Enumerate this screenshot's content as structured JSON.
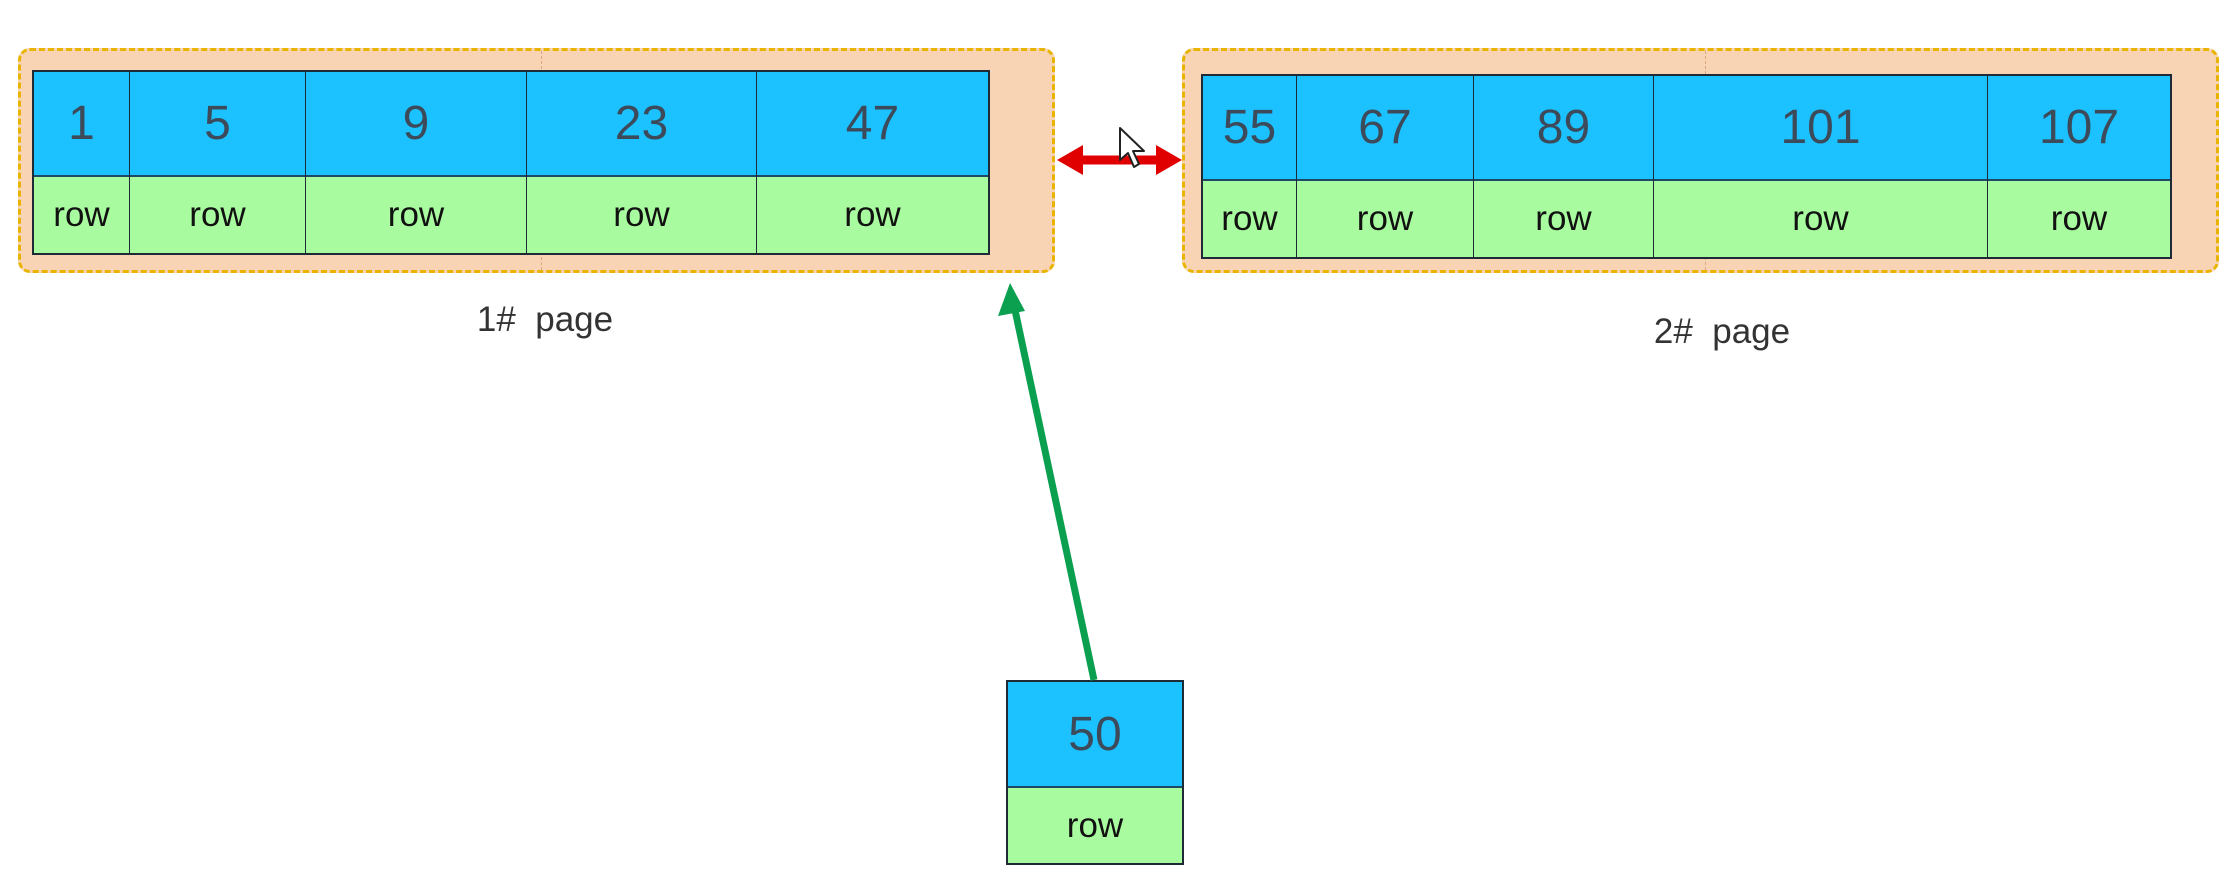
{
  "pages": [
    {
      "label": "1#  page",
      "records": [
        {
          "key": "1",
          "value": "row"
        },
        {
          "key": "5",
          "value": "row"
        },
        {
          "key": "9",
          "value": "row"
        },
        {
          "key": "23",
          "value": "row"
        },
        {
          "key": "47",
          "value": "row"
        }
      ]
    },
    {
      "label": "2#  page",
      "records": [
        {
          "key": "55",
          "value": "row"
        },
        {
          "key": "67",
          "value": "row"
        },
        {
          "key": "89",
          "value": "row"
        },
        {
          "key": "101",
          "value": "row"
        },
        {
          "key": "107",
          "value": "row"
        }
      ]
    }
  ],
  "new_record": {
    "key": "50",
    "value": "row"
  },
  "links": {
    "page_link": "bidirectional",
    "insert_target": "1#  page"
  },
  "colors": {
    "key_fill": "#1cc1ff",
    "row_fill": "#a9fb9f",
    "page_fill": "#f8d4b4",
    "page_border": "#e8b400",
    "link_arrow": "#e00000",
    "insert_arrow": "#0aa050"
  }
}
